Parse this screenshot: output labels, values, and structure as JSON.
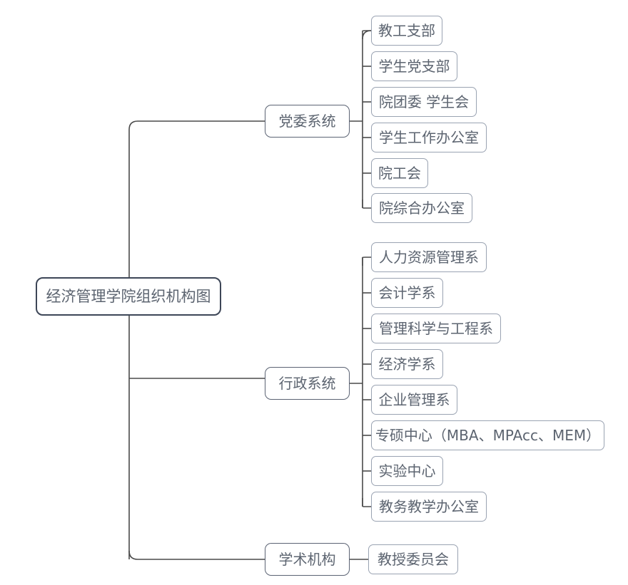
{
  "diagram": {
    "type": "organization-chart",
    "orientation": "left-to-right",
    "title": "经济管理学院组织机构图",
    "colors": {
      "background": "#ffffff",
      "root_border": "#3d4657",
      "branch_border": "#5b6373",
      "leaf_border": "#9aa3b2",
      "text": "#5c6470",
      "connector": "#4a4a4a"
    },
    "root": {
      "label": "经济管理学院组织机构图"
    },
    "branches": [
      {
        "label": "党委系统",
        "children": [
          {
            "label": "教工支部"
          },
          {
            "label": "学生党支部"
          },
          {
            "label": "院团委 学生会"
          },
          {
            "label": "学生工作办公室"
          },
          {
            "label": "院工会"
          },
          {
            "label": "院综合办公室"
          }
        ]
      },
      {
        "label": "行政系统",
        "children": [
          {
            "label": "人力资源管理系"
          },
          {
            "label": "会计学系"
          },
          {
            "label": "管理科学与工程系"
          },
          {
            "label": "经济学系"
          },
          {
            "label": "企业管理系"
          },
          {
            "label": "专硕中心（MBA、MPAcc、MEM）"
          },
          {
            "label": "实验中心"
          },
          {
            "label": "教务教学办公室"
          }
        ]
      },
      {
        "label": "学术机构",
        "children": [
          {
            "label": "教授委员会"
          }
        ]
      }
    ]
  }
}
